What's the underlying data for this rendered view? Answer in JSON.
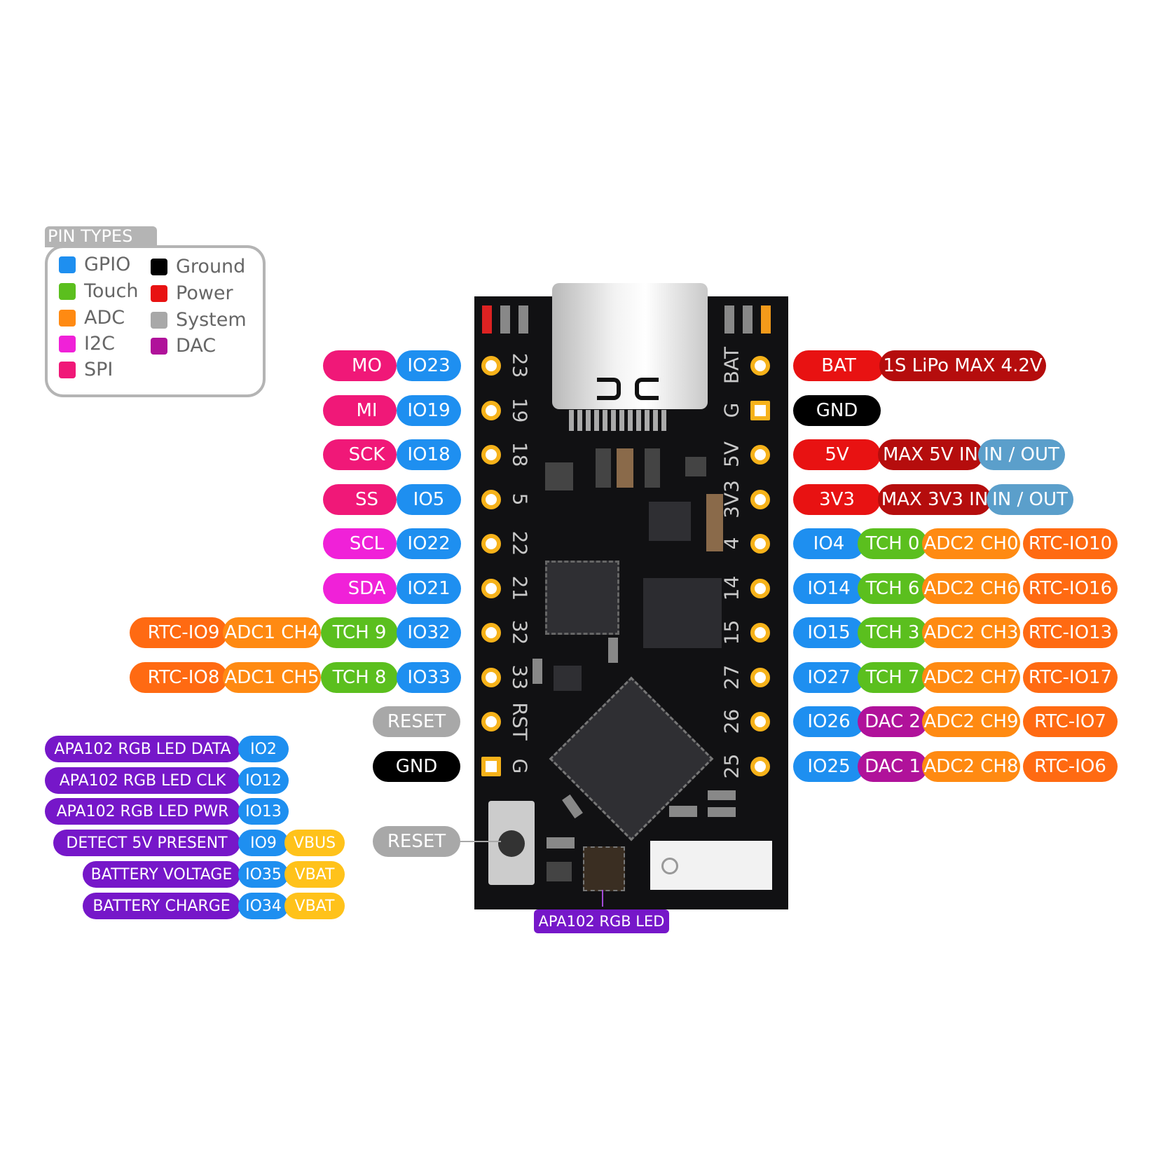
{
  "colors": {
    "gpio": "#1e8ff0",
    "touch": "#5bbf1e",
    "adc": "#ff8a12",
    "i2c": "#f021d8",
    "spi": "#f01878",
    "ground": "#000000",
    "power": "#e81212",
    "power_dark": "#b50d0d",
    "system": "#a8a8a8",
    "dac": "#b0129a",
    "io_out": "#5b9fcb",
    "apa": "#7617c9",
    "vbus": "#ffc21a",
    "rtc": "#ff6a12",
    "pad": "#f6b21a"
  },
  "legend": {
    "title": "PIN TYPES",
    "items": [
      {
        "label": "GPIO",
        "color": "#1e8ff0"
      },
      {
        "label": "Touch",
        "color": "#5bbf1e"
      },
      {
        "label": "ADC",
        "color": "#ff8a12"
      },
      {
        "label": "I2C",
        "color": "#f021d8"
      },
      {
        "label": "SPI",
        "color": "#f01878"
      },
      {
        "label": "Ground",
        "color": "#000000"
      },
      {
        "label": "Power",
        "color": "#e81212"
      },
      {
        "label": "System",
        "color": "#a8a8a8"
      },
      {
        "label": "DAC",
        "color": "#b0129a"
      }
    ]
  },
  "left_pins": [
    {
      "num": "23",
      "func": "MO",
      "io": "IO23"
    },
    {
      "num": "19",
      "func": "MI",
      "io": "IO19"
    },
    {
      "num": "18",
      "func": "SCK",
      "io": "IO18"
    },
    {
      "num": "5",
      "func": "SS",
      "io": "IO5"
    },
    {
      "num": "22",
      "func": "SCL",
      "io": "IO22"
    },
    {
      "num": "21",
      "func": "SDA",
      "io": "IO21"
    },
    {
      "num": "32",
      "rtc": "RTC-IO9",
      "adc": "ADC1 CH4",
      "tch": "TCH 9",
      "io": "IO32"
    },
    {
      "num": "33",
      "rtc": "RTC-IO8",
      "adc": "ADC1 CH5",
      "tch": "TCH 8",
      "io": "IO33"
    },
    {
      "num": "RST",
      "sys": "RESET"
    },
    {
      "num": "G",
      "gnd": "GND"
    }
  ],
  "right_pins": [
    {
      "num": "BAT",
      "main": "BAT",
      "extra": "1S LiPo MAX 4.2V"
    },
    {
      "num": "G",
      "main": "GND"
    },
    {
      "num": "5V",
      "main": "5V",
      "extra": "MAX 5V IN",
      "dir": "IN / OUT"
    },
    {
      "num": "3V3",
      "main": "3V3",
      "extra": "MAX 3V3 IN",
      "dir": "IN / OUT"
    },
    {
      "num": "4",
      "io": "IO4",
      "second": "TCH 0",
      "adc": "ADC2 CH0",
      "rtc": "RTC-IO10"
    },
    {
      "num": "14",
      "io": "IO14",
      "second": "TCH 6",
      "adc": "ADC2 CH6",
      "rtc": "RTC-IO16"
    },
    {
      "num": "15",
      "io": "IO15",
      "second": "TCH 3",
      "adc": "ADC2 CH3",
      "rtc": "RTC-IO13"
    },
    {
      "num": "27",
      "io": "IO27",
      "second": "TCH 7",
      "adc": "ADC2 CH7",
      "rtc": "RTC-IO17"
    },
    {
      "num": "26",
      "io": "IO26",
      "second": "DAC 2",
      "adc": "ADC2 CH9",
      "rtc": "RTC-IO7"
    },
    {
      "num": "25",
      "io": "IO25",
      "second": "DAC 1",
      "adc": "ADC2 CH8",
      "rtc": "RTC-IO6"
    }
  ],
  "internal": [
    {
      "label": "APA102 RGB LED DATA",
      "io": "IO2"
    },
    {
      "label": "APA102 RGB LED CLK",
      "io": "IO12"
    },
    {
      "label": "APA102 RGB LED PWR",
      "io": "IO13"
    },
    {
      "label": "DETECT 5V PRESENT",
      "io": "IO9",
      "extra": "VBUS"
    },
    {
      "label": "BATTERY VOLTAGE",
      "io": "IO35",
      "extra": "VBAT"
    },
    {
      "label": "BATTERY CHARGE",
      "io": "IO34",
      "extra": "VBAT"
    }
  ],
  "reset_button_label": "RESET",
  "led_label": "APA102 RGB LED"
}
